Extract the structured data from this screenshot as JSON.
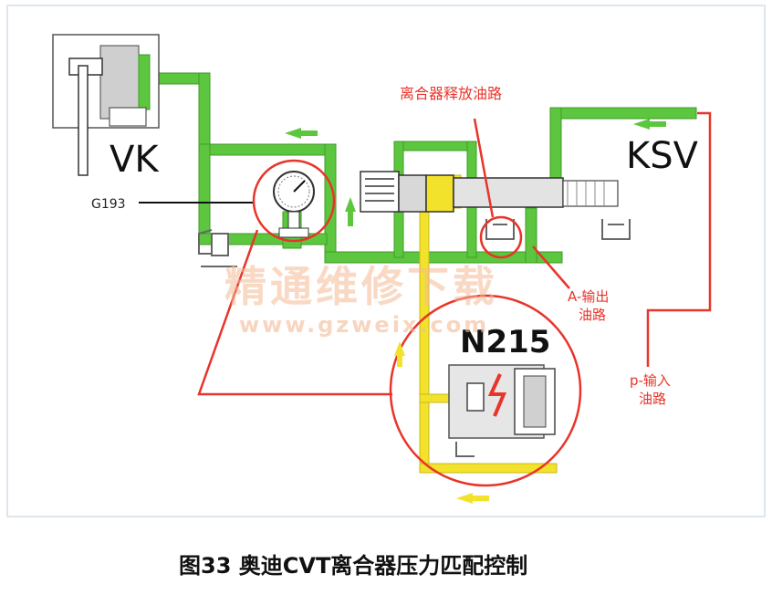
{
  "labels": {
    "vk": "VK",
    "ksv": "KSV",
    "g193": "G193",
    "n215": "N215",
    "release_line": "离合器释放油路",
    "a_output_line_1": "A-输出",
    "a_output_line_2": "油路",
    "p_input_line_1": "p-输入",
    "p_input_line_2": "油路"
  },
  "watermark": {
    "cn": "精通维修下载",
    "url": "www.gzweix.com"
  },
  "caption": "图33 奥迪CVT离合器压力匹配控制",
  "colors": {
    "green_oil": "#5cc73e",
    "yellow_oil": "#f2e22b",
    "callout_red": "#e8342a",
    "frame": "#d4e0ea"
  }
}
